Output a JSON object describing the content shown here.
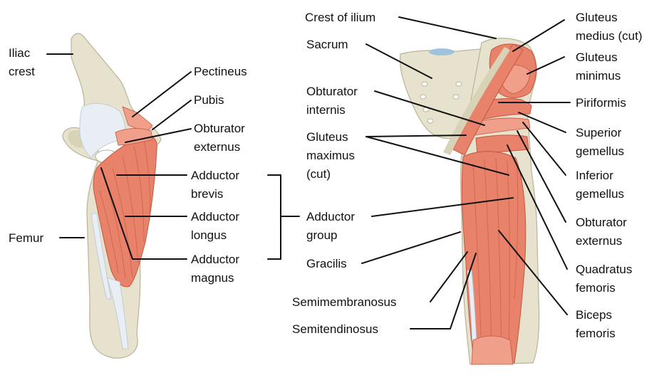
{
  "labels": {
    "iliac_crest_1": "Iliac",
    "iliac_crest_2": "crest",
    "femur": "Femur",
    "pectineus": "Pectineus",
    "pubis": "Pubis",
    "obturator_externus_l_1": "Obturator",
    "obturator_externus_l_2": "externus",
    "adductor_brevis_1": "Adductor",
    "adductor_brevis_2": "brevis",
    "adductor_longus_1": "Adductor",
    "adductor_longus_2": "longus",
    "adductor_magnus_1": "Adductor",
    "adductor_magnus_2": "magnus",
    "crest_of_ilium": "Crest of ilium",
    "sacrum": "Sacrum",
    "obturator_internis_1": "Obturator",
    "obturator_internis_2": "internis",
    "gluteus_maximus_1": "Gluteus",
    "gluteus_maximus_2": "maximus",
    "gluteus_maximus_3": "(cut)",
    "adductor_group_1": "Adductor",
    "adductor_group_2": "group",
    "gracilis": "Gracilis",
    "semimembranosus": "Semimembranosus",
    "semitendinosus": "Semitendinosus",
    "gluteus_medius_1": "Gluteus",
    "gluteus_medius_2": "medius (cut)",
    "gluteus_minimus_1": "Gluteus",
    "gluteus_minimus_2": "minimus",
    "piriformis": "Piriformis",
    "superior_gemellus_1": "Superior",
    "superior_gemellus_2": "gemellus",
    "inferior_gemellus_1": "Inferior",
    "inferior_gemellus_2": "gemellus",
    "obturator_externus_r_1": "Obturator",
    "obturator_externus_r_2": "externus",
    "quadratus_femoris_1": "Quadratus",
    "quadratus_femoris_2": "femoris",
    "biceps_femoris_1": "Biceps",
    "biceps_femoris_2": "femoris"
  },
  "colors": {
    "bone": "#e6e2cd",
    "muscle": "#e9826a",
    "tendon": "#e8eef3",
    "sacrum_cartilage": "#9fc3dc"
  }
}
